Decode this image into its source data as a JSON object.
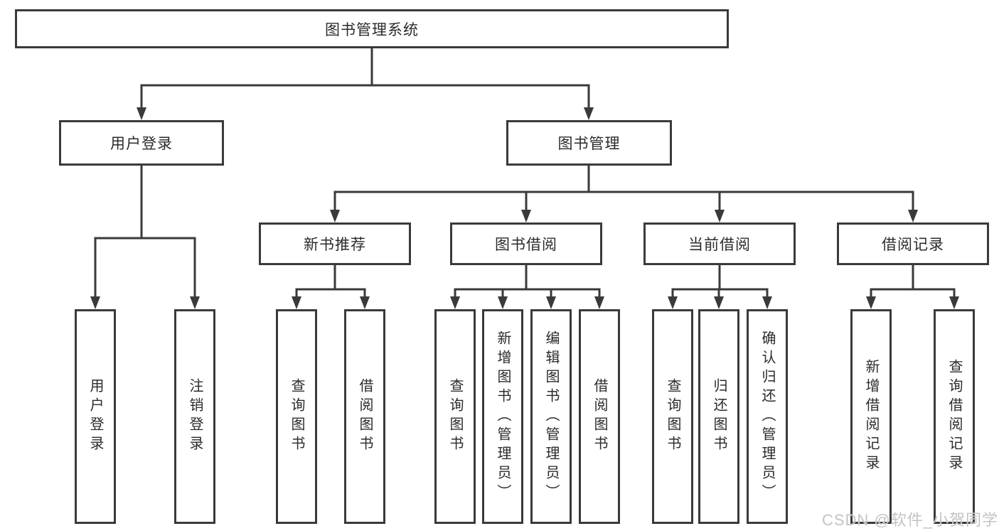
{
  "diagram": {
    "root": {
      "label": "图书管理系统"
    },
    "branches": [
      {
        "label": "用户登录",
        "children": [
          {
            "label": "用户登录"
          },
          {
            "label": "注销登录"
          }
        ]
      },
      {
        "label": "图书管理",
        "children": [
          {
            "label": "新书推荐",
            "children": [
              {
                "label": "查询图书"
              },
              {
                "label": "借阅图书"
              }
            ]
          },
          {
            "label": "图书借阅",
            "children": [
              {
                "label": "查询图书"
              },
              {
                "label": "新增图书（管理员）"
              },
              {
                "label": "编辑图书（管理员）"
              },
              {
                "label": "借阅图书"
              }
            ]
          },
          {
            "label": "当前借阅",
            "children": [
              {
                "label": "查询图书"
              },
              {
                "label": "归还图书"
              },
              {
                "label": "确认归还（管理员）"
              }
            ]
          },
          {
            "label": "借阅记录",
            "children": [
              {
                "label": "新增借阅记录"
              },
              {
                "label": "查询借阅记录"
              }
            ]
          }
        ]
      }
    ]
  },
  "watermark": {
    "text": "CSDN @软件_小贺同学"
  },
  "colors": {
    "line": "#3a3a3a",
    "text": "#2b2b2b",
    "watermark": "#c3c3c3"
  }
}
